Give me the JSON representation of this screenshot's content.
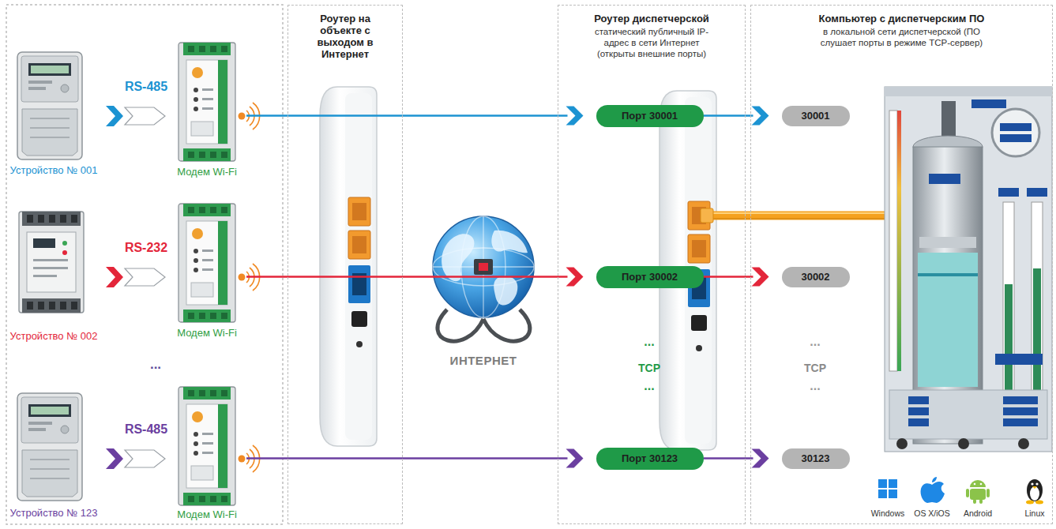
{
  "diagram": {
    "nodes": [
      {
        "text": [
          "Устройство № 001"
        ]
      },
      {
        "text": [
          "Модем Wi-Fi"
        ]
      },
      {
        "text": [
          "Устройство № 002"
        ]
      },
      {
        "text": [
          "Модем Wi-Fi"
        ]
      },
      {
        "text": [
          "Устройство № 123"
        ]
      },
      {
        "text": [
          "Модем Wi-Fi"
        ]
      },
      {
        "text": [
          "Роутер на объекте с выходом в Интернет"
        ]
      },
      {
        "text": [
          "ИНТЕРНЕТ"
        ]
      },
      {
        "text": [
          "Роутер диспетчерской",
          "статический публичный IP-адрес в сети Интернет (открыты внешние порты)"
        ]
      },
      {
        "text": [
          "Порт 30001"
        ],
        "in": 8
      },
      {
        "text": [
          "Порт 30002"
        ],
        "in": 8
      },
      {
        "text": [
          "Порт 30123"
        ],
        "in": 8
      },
      {
        "text": [
          "Компьютер с диспетчерским ПО",
          "в локальной сети диспетчерской (ПО слушает порты в режиме TCP-сервер)"
        ]
      },
      {
        "text": [
          "30001"
        ],
        "in": 12
      },
      {
        "text": [
          "30002"
        ],
        "in": 12
      },
      {
        "text": [
          "30123"
        ],
        "in": 12
      }
    ],
    "edges": [
      {
        "from": 0,
        "to": 1,
        "label": "RS-485",
        "arrow": "to"
      },
      {
        "from": 2,
        "to": 3,
        "label": "RS-232",
        "arrow": "to"
      },
      {
        "from": 4,
        "to": 5,
        "label": "RS-485",
        "arrow": "to"
      },
      {
        "from": 1,
        "to": 9,
        "arrow": "to"
      },
      {
        "from": 9,
        "to": 13,
        "arrow": "to"
      },
      {
        "from": 3,
        "to": 10,
        "arrow": "to"
      },
      {
        "from": 10,
        "to": 14,
        "arrow": "to"
      },
      {
        "from": 5,
        "to": 11,
        "arrow": "to"
      },
      {
        "from": 11,
        "to": 15,
        "arrow": "to"
      }
    ],
    "labels": [
      "...",
      "...",
      "TCP",
      "...",
      "...",
      "TCP",
      "...",
      "Windows",
      "OS X/iOS",
      "Android",
      "Linux"
    ]
  }
}
